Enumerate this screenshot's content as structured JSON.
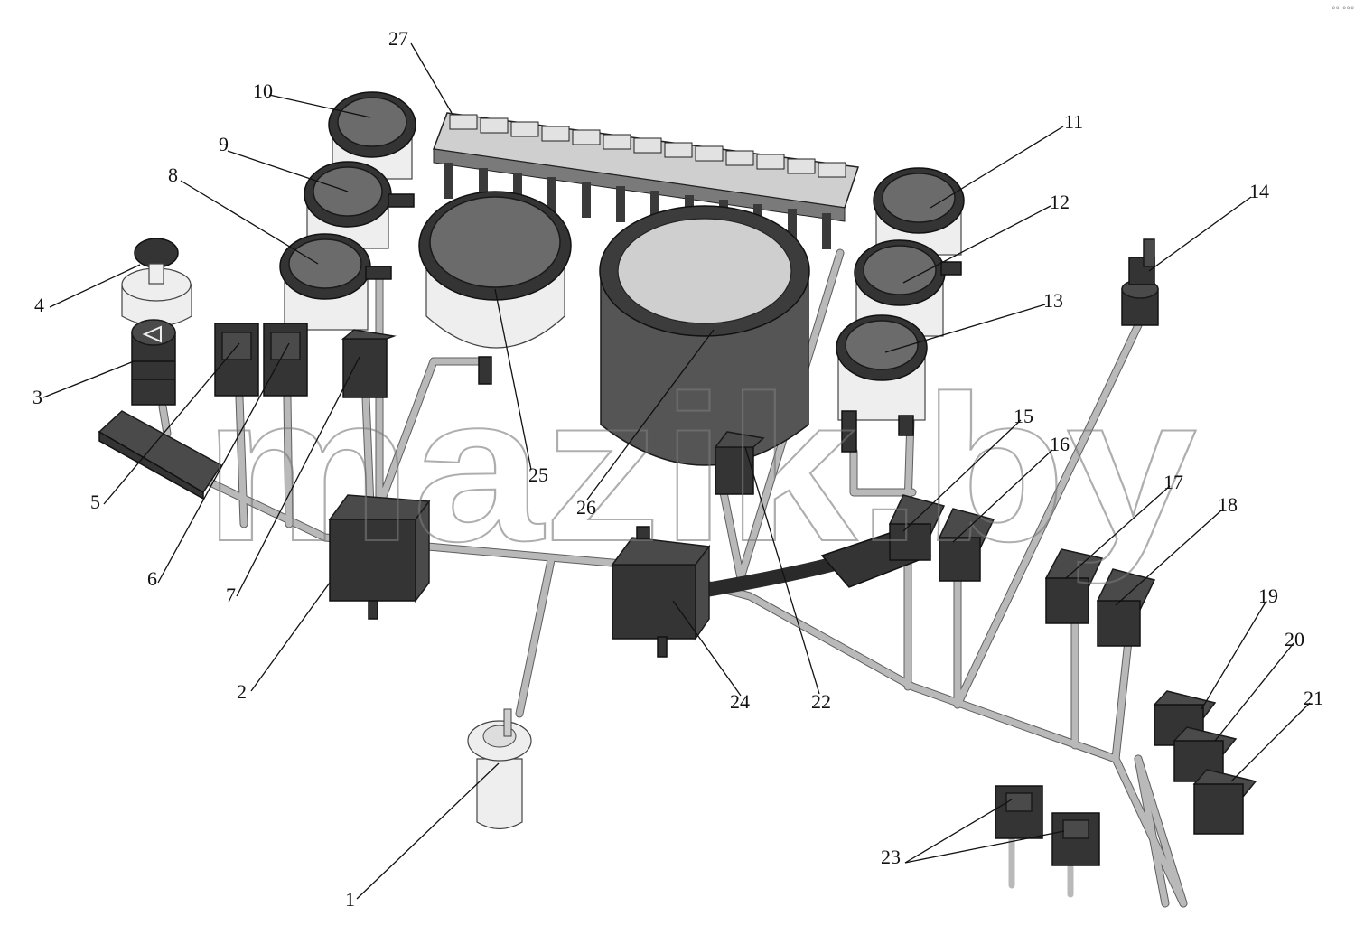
{
  "watermark": "mazik.by",
  "corner_mark": "°° °°°",
  "callouts": [
    "1",
    "2",
    "3",
    "4",
    "5",
    "6",
    "7",
    "8",
    "9",
    "10",
    "11",
    "12",
    "13",
    "14",
    "15",
    "16",
    "17",
    "18",
    "19",
    "20",
    "21",
    "22",
    "23",
    "24",
    "25",
    "26",
    "27"
  ],
  "colors": {
    "component_dark": "#4a4a4a",
    "component_light": "#eeeeee",
    "wire": "#b9b9b9",
    "label": "#111111"
  }
}
